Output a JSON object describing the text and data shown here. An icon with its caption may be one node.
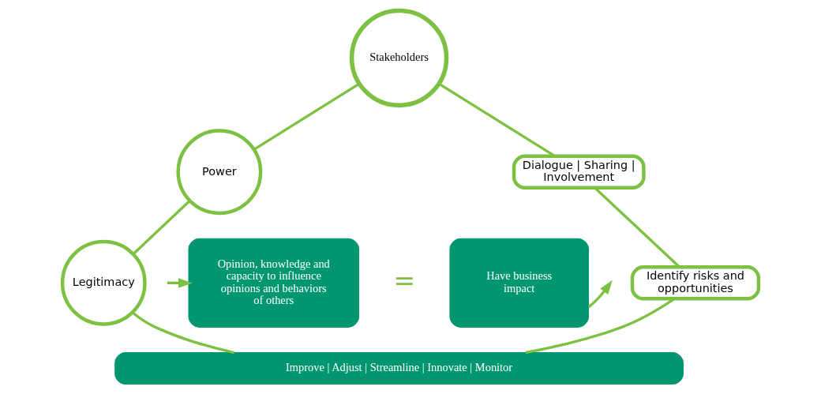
{
  "diagram": {
    "nodes": [
      {
        "text": [
          "Stakeholders"
        ]
      },
      {
        "text": [
          "Power"
        ]
      },
      {
        "text": [
          "Legitimacy"
        ]
      },
      {
        "text": [
          "Opinion, knowledge and capacity to influence opinions and behaviors of others"
        ]
      },
      {
        "text": [
          "Have business impact"
        ]
      },
      {
        "text": [
          "Dialogue | Sharing | Involvement"
        ]
      },
      {
        "text": [
          "Identify risks and opportunities"
        ]
      },
      {
        "text": [
          "Improve | Adjust | Streamline | Innovate | Monitor"
        ]
      }
    ],
    "edges": [
      {
        "from": 0,
        "to": 1,
        "arrow": "none"
      },
      {
        "from": 0,
        "to": 5,
        "arrow": "none"
      },
      {
        "from": 1,
        "to": 2,
        "arrow": "none"
      },
      {
        "from": 2,
        "to": 7,
        "arrow": "none"
      },
      {
        "from": 5,
        "to": 6,
        "arrow": "none"
      },
      {
        "from": 6,
        "to": 7,
        "arrow": "none"
      },
      {
        "from": null,
        "to": 3,
        "arrow": "to"
      },
      {
        "from": 4,
        "to": null,
        "arrow": "to"
      }
    ],
    "labels": [
      "="
    ]
  }
}
